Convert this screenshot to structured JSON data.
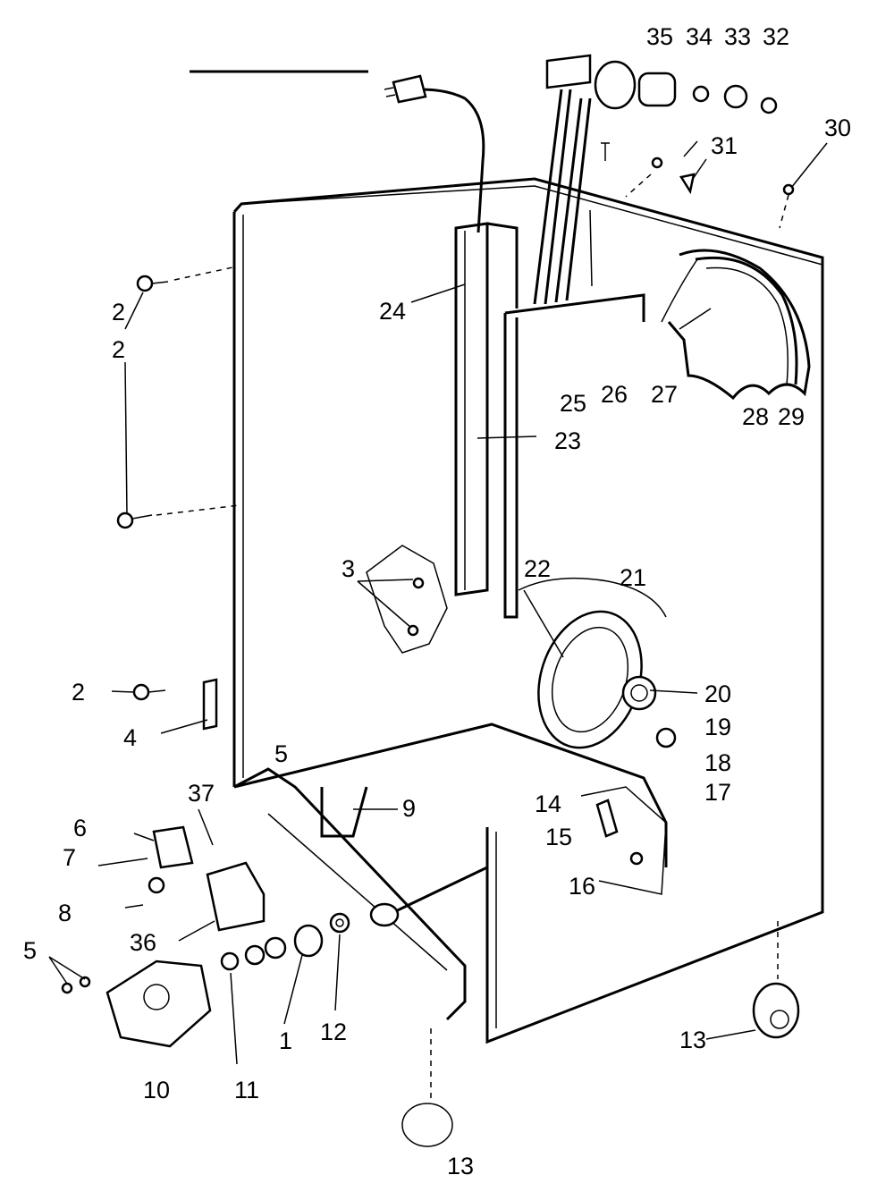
{
  "callouts": [
    {
      "id": "c35",
      "text": "35"
    },
    {
      "id": "c34",
      "text": "34"
    },
    {
      "id": "c33",
      "text": "33"
    },
    {
      "id": "c32",
      "text": "32"
    },
    {
      "id": "c30",
      "text": "30"
    },
    {
      "id": "c31",
      "text": "31"
    },
    {
      "id": "c2a",
      "text": "2"
    },
    {
      "id": "c2b",
      "text": "2"
    },
    {
      "id": "c24",
      "text": "24"
    },
    {
      "id": "c25",
      "text": "25"
    },
    {
      "id": "c26",
      "text": "26"
    },
    {
      "id": "c27",
      "text": "27"
    },
    {
      "id": "c28",
      "text": "28"
    },
    {
      "id": "c29",
      "text": "29"
    },
    {
      "id": "c23",
      "text": "23"
    },
    {
      "id": "c3",
      "text": "3"
    },
    {
      "id": "c22",
      "text": "22"
    },
    {
      "id": "c21",
      "text": "21"
    },
    {
      "id": "c20",
      "text": "20"
    },
    {
      "id": "c19",
      "text": "19"
    },
    {
      "id": "c18",
      "text": "18"
    },
    {
      "id": "c17",
      "text": "17"
    },
    {
      "id": "c2c",
      "text": "2"
    },
    {
      "id": "c4",
      "text": "4"
    },
    {
      "id": "c5a",
      "text": "5"
    },
    {
      "id": "c37",
      "text": "37"
    },
    {
      "id": "c9",
      "text": "9"
    },
    {
      "id": "c14",
      "text": "14"
    },
    {
      "id": "c15",
      "text": "15"
    },
    {
      "id": "c16",
      "text": "16"
    },
    {
      "id": "c6",
      "text": "6"
    },
    {
      "id": "c7",
      "text": "7"
    },
    {
      "id": "c8",
      "text": "8"
    },
    {
      "id": "c36",
      "text": "36"
    },
    {
      "id": "c5b",
      "text": "5"
    },
    {
      "id": "c1",
      "text": "1"
    },
    {
      "id": "c12",
      "text": "12"
    },
    {
      "id": "c13a",
      "text": "13"
    },
    {
      "id": "c13b",
      "text": "13"
    },
    {
      "id": "c10",
      "text": "10"
    },
    {
      "id": "c11",
      "text": "11"
    }
  ]
}
